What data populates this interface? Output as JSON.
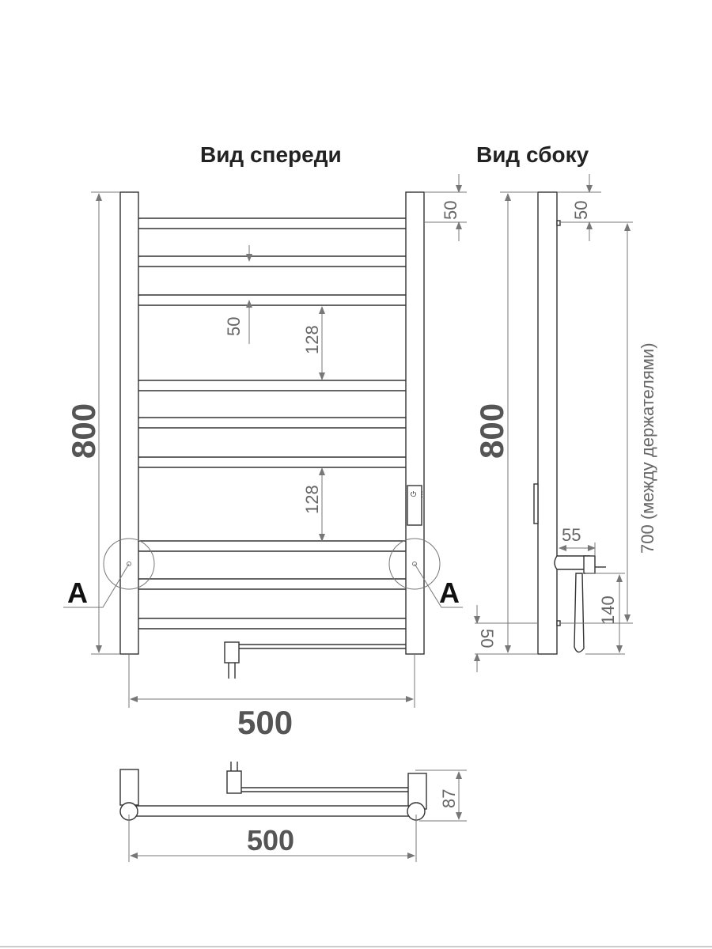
{
  "titles": {
    "front": "Вид спереди",
    "side": "Вид сбоку"
  },
  "front_view": {
    "top_offset": "50",
    "rung_thickness": "50",
    "rung_gap_top": "128",
    "rung_gap_bottom": "128",
    "height": "800",
    "width": "500",
    "detail_left": "A",
    "detail_right": "A"
  },
  "side_view": {
    "top_offset": "50",
    "height": "800",
    "holder_distance": "700 (между держателями)",
    "depth": "55",
    "cable_height": "140",
    "bottom_offset": "50"
  },
  "top_view": {
    "width": "500",
    "depth": "87"
  },
  "colors": {
    "line": "#333333",
    "dimension": "#666666"
  }
}
